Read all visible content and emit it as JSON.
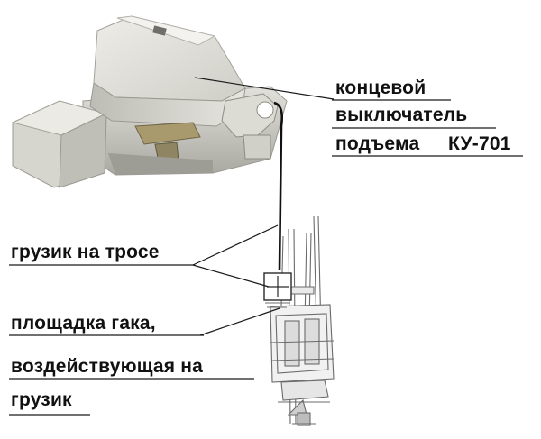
{
  "labels": {
    "switch": {
      "line1": "концевой",
      "line2": "выключатель",
      "line3_text": "подъема",
      "line3_model": "КУ-701"
    },
    "weight": {
      "line1": "грузик на тросе"
    },
    "platform": {
      "line1": "площадка гака,",
      "line2": "воздействующая на",
      "line3": "грузик"
    }
  },
  "colors": {
    "text": "#111111",
    "leader": "#1a1a1a",
    "housing_light": "#e4e3dd",
    "housing_mid": "#c9c8c1",
    "housing_dark": "#8f8e88",
    "cable": "#111111",
    "hook_outline": "#6b6b6b"
  }
}
